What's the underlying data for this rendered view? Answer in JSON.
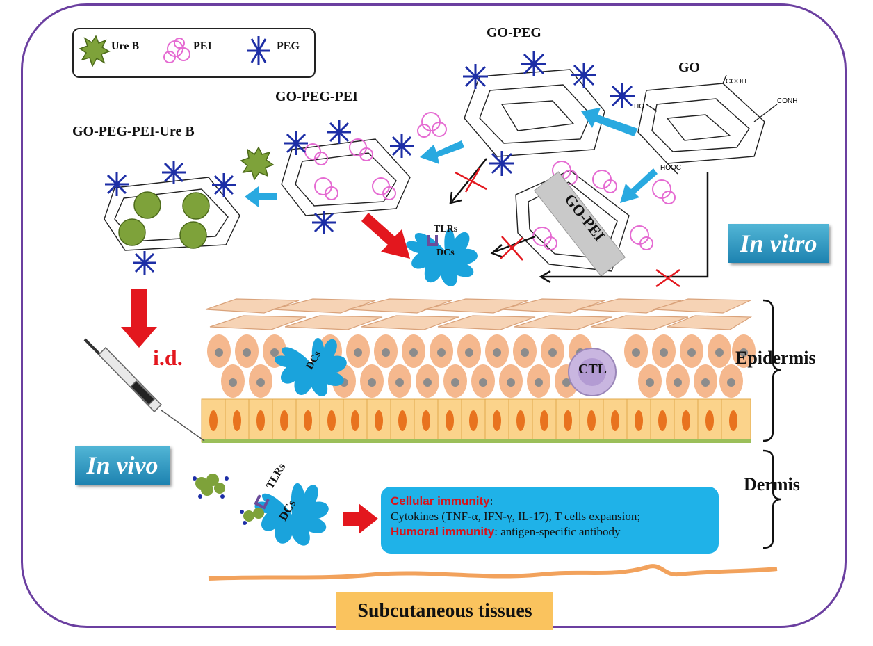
{
  "legend": {
    "ure_b": "Ure B",
    "pei": "PEI",
    "peg": "PEG"
  },
  "labels": {
    "go_peg": "GO-PEG",
    "go": "GO",
    "go_peg_pei": "GO-PEG-PEI",
    "go_peg_pei_ure_b": "GO-PEG-PEI-Ure B",
    "go_pei": "GO-PEI",
    "cooh": "COOH",
    "conh": "CONH",
    "ho": "HO",
    "hooc": "HOOC",
    "in_vitro": "In vitro",
    "in_vivo": "In vivo",
    "id": "i.d.",
    "tlrs": "TLRs",
    "dcs": "DCs",
    "ctl": "CTL",
    "epidermis": "Epidermis",
    "dermis": "Dermis",
    "subcutaneous": "Subcutaneous tissues"
  },
  "result": {
    "cellular_title": "Cellular immunity",
    "cellular_text": "Cytokines (TNF-α, IFN-γ, IL-17), T cells expansion;",
    "humoral_title": "Humoral immunity",
    "humoral_text": ": antigen-specific antibody",
    "colon": ":"
  },
  "colors": {
    "frame": "#6b3fa0",
    "dc": "#1aa3dc",
    "arrow_red": "#e3171e",
    "arrow_blue": "#29a9e0",
    "tag": "#2a91c0"
  }
}
